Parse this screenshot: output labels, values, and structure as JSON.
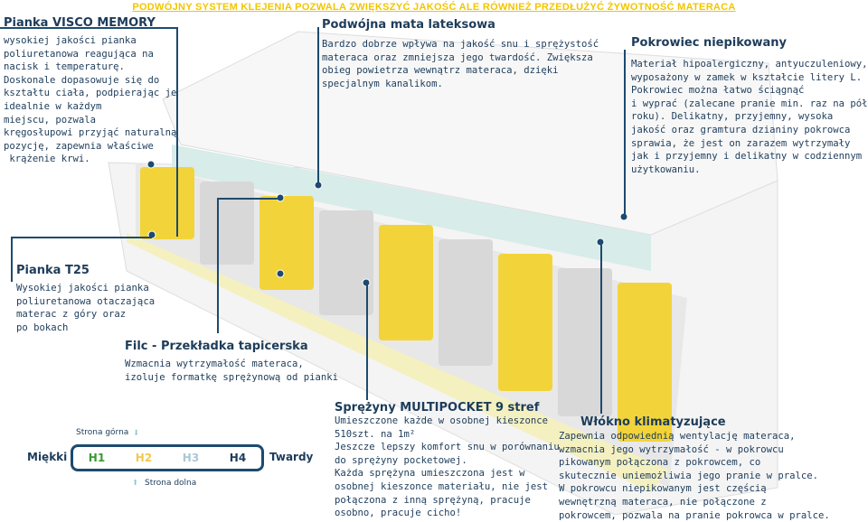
{
  "banner": "PODWÓJNY SYSTEM KLEJENIA POZWALA ZWIĘKSZYĆ JAKOŚĆ ALE RÓWNIEŻ PRZEDŁUŻYĆ ŻYWOTNOŚĆ MATERACA",
  "visco": {
    "title": "Pianka VISCO MEMORY",
    "text": "wysokiej jakości pianka\npoliuretanowa reagująca na\nnacisk i temperaturę.\nDoskonale dopasowuje się do\nkształtu ciała, podpierając je\nidealnie w każdym\nmiejscu, pozwala\nkręgosłupowi przyjąć naturalną\npozycję, zapewnia właściwe\n krążenie krwi."
  },
  "latex": {
    "title": "Podwójna mata lateksowa",
    "text": "Bardzo dobrze wpływa na jakość snu i sprężystość\nmateraca oraz zmniejsza jego twardość. Zwiększa\nobieg powietrza wewnątrz materaca, dzięki\nspecjalnym kanalikom."
  },
  "cover": {
    "title": "Pokrowiec niepikowany",
    "text": "Materiał hipoalergiczny, antyuczuleniowy,\nwyposażony w zamek w kształcie litery L.\nPokrowiec można łatwo ściągnąć\ni wyprać (zalecane pranie min. raz na pół\nroku). Delikatny, przyjemny, wysoka\njakość oraz gramtura dzianiny pokrowca\nsprawia, że jest on zarazem wytrzymały\njak i przyjemny i delikatny w codziennym\nużytkowaniu."
  },
  "t25": {
    "title": "Pianka T25",
    "text": "Wysokiej jakości pianka\npoliuretanowa otaczająca\nmaterac z góry oraz\npo bokach"
  },
  "filc": {
    "title": "Filc - Przekładka tapicerska",
    "text": "Wzmacnia wytrzymałość materaca,\nizoluje formatkę sprężynową od pianki"
  },
  "springs": {
    "title": "Sprężyny MULTIPOCKET 9 stref",
    "text": "Umieszczone każde w osobnej kieszonce\n510szt. na 1m²\nJeszcze lepszy komfort snu w porównaniu\ndo sprężyny pocketowej.\nKażda sprężyna umieszczona jest w\nosobnej kieszonce materiału, nie jest\npołączona z inną sprężyną, pracuje\nosobno, pracuje cicho!"
  },
  "fiber": {
    "title": "Włókno klimatyzujące",
    "text": "Zapewnia odpowiednią wentylację materaca,\nwzmacnia jego wytrzymałość - w pokrowcu\npikowanym połączona z pokrowcem, co\nskutecznie uniemożliwia jego pranie w pralce.\nW pokrowcu niepikowanym jest częścią\nwewnętrzną materaca, nie połączone z\npokrowcem, pozwala na pranie pokrowca w pralce."
  },
  "scale": {
    "soft": "Miękki",
    "hard": "Twardy",
    "top": "Strona górna",
    "bottom": "Strona dolna",
    "levels": [
      {
        "label": "H1",
        "color": "#3a9a2e"
      },
      {
        "label": "H2",
        "color": "#f2c94c"
      },
      {
        "label": "H3",
        "color": "#a9c9d8"
      },
      {
        "label": "H4",
        "color": "#1d3c5a"
      }
    ]
  }
}
